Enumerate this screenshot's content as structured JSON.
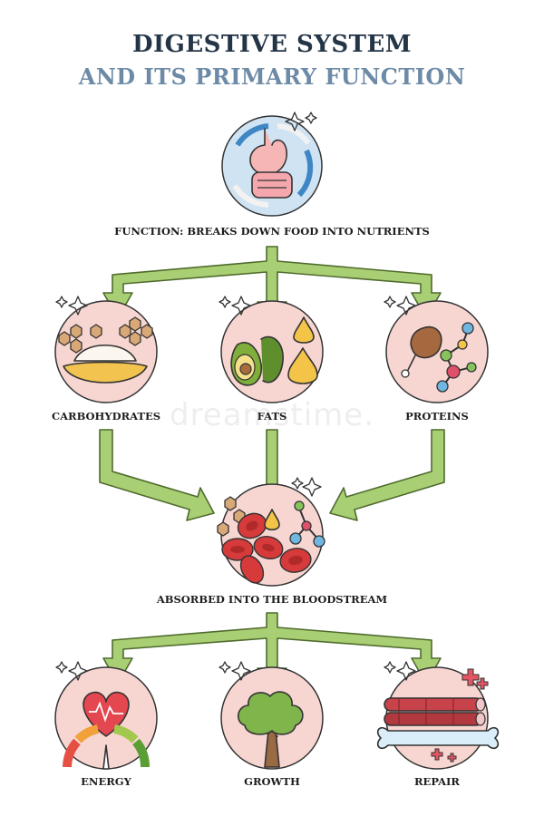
{
  "title": {
    "line1": "DIGESTIVE SYSTEM",
    "line2": "AND ITS PRIMARY FUNCTION"
  },
  "function_label": "FUNCTION: BREAKS DOWN FOOD INTO NUTRIENTS",
  "nutrients": [
    {
      "label": "CARBOHYDRATES",
      "icon": "carbohydrates-bowl-icon"
    },
    {
      "label": "FATS",
      "icon": "avocado-oil-drops-icon"
    },
    {
      "label": "PROTEINS",
      "icon": "meat-molecule-icon"
    }
  ],
  "absorbed_label": "ABSORBED INTO THE BLOODSTREAM",
  "outcomes": [
    {
      "label": "ENERGY",
      "icon": "heart-gauge-icon"
    },
    {
      "label": "GROWTH",
      "icon": "tree-icon"
    },
    {
      "label": "REPAIR",
      "icon": "muscle-bone-icon"
    }
  ],
  "watermark": "dreamstime.",
  "colors": {
    "title_dark": "#233547",
    "title_light": "#6d8aa6",
    "arrow_fill": "#a9cf74",
    "arrow_stroke": "#4f6b2e",
    "circle_pink": "#f7d6d1",
    "circle_blue": "#cfe3f3"
  }
}
